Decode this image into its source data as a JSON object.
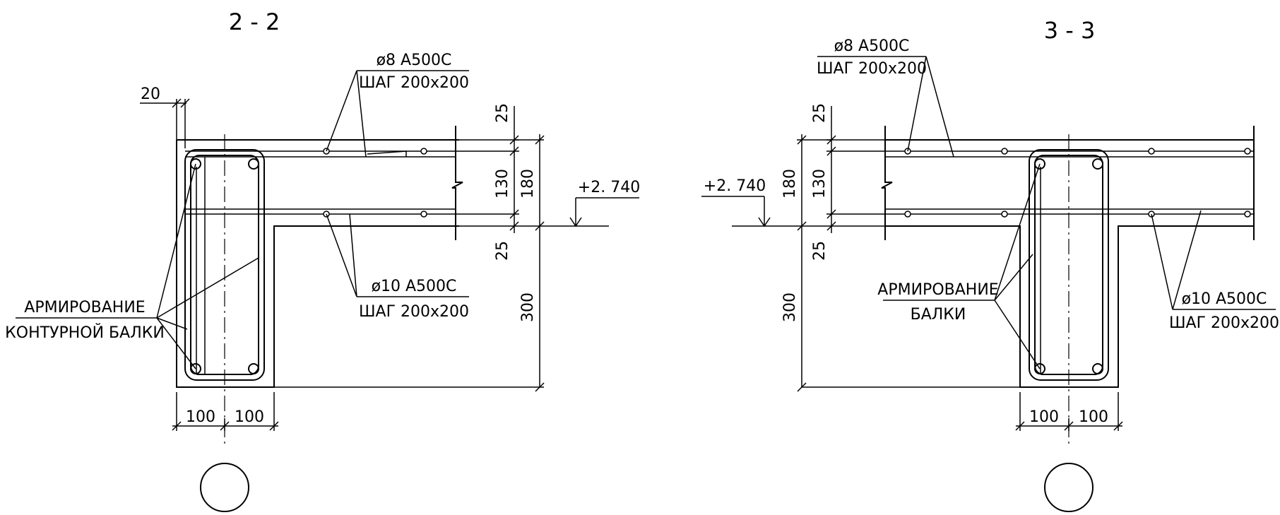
{
  "sections": [
    {
      "title": "2 - 2",
      "top_rebar": {
        "line1": "ø8 А500С",
        "line2": "ШАГ 200х200"
      },
      "bottom_rebar": {
        "line1": "ø10 А500С",
        "line2": "ШАГ 200х200"
      },
      "beam_note": {
        "line1": "АРМИРОВАНИЕ",
        "line2": "КОНТУРНОЙ БАЛКИ"
      },
      "dims": {
        "cover": "20",
        "top": "25",
        "mid": "130",
        "slab": "180",
        "bottom": "25",
        "beam": "300",
        "w1": "100",
        "w2": "100"
      },
      "elevation": "+2. 740"
    },
    {
      "title": "3 - 3",
      "top_rebar": {
        "line1": "ø8 А500С",
        "line2": "ШАГ 200х200"
      },
      "bottom_rebar": {
        "line1": "ø10 А500С",
        "line2": "ШАГ 200х200"
      },
      "beam_note": {
        "line1": "АРМИРОВАНИЕ",
        "line2": "БАЛКИ"
      },
      "dims": {
        "top": "25",
        "mid": "130",
        "slab": "180",
        "bottom": "25",
        "beam": "300",
        "w1": "100",
        "w2": "100"
      },
      "elevation": "+2. 740"
    }
  ]
}
